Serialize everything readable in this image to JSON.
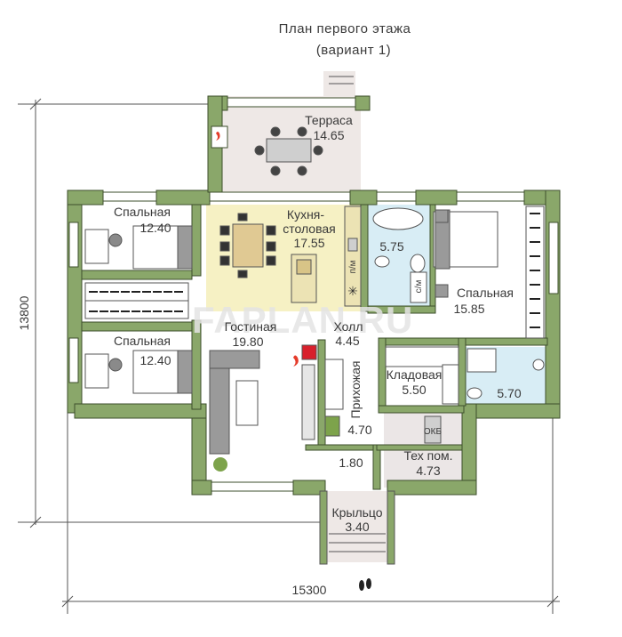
{
  "title": {
    "line1": "План первого этажа",
    "line2": "(вариант 1)"
  },
  "watermark": "FAPLAN.RU",
  "dimensions": {
    "width": "15300",
    "height": "13800"
  },
  "rooms": {
    "terrace": {
      "name": "Терраса",
      "area": "14.65"
    },
    "bedroom1": {
      "name": "Спальная",
      "area": "12.40"
    },
    "bedroom2": {
      "name": "Спальная",
      "area": "12.40"
    },
    "bedroom3": {
      "name": "Спальная",
      "area": "15.85"
    },
    "kitchen": {
      "name": "Кухня-",
      "name2": "столовая",
      "area": "17.55"
    },
    "bath1": {
      "area": "5.75"
    },
    "living": {
      "name": "Гостиная",
      "area": "19.80"
    },
    "hall": {
      "name": "Холл",
      "area": "4.45"
    },
    "hallway": {
      "name": "Прихожая",
      "area": "4.70"
    },
    "storage": {
      "name": "Кладовая",
      "area": "5.50"
    },
    "bath2": {
      "area": "5.70"
    },
    "vestibule": {
      "area": "1.80"
    },
    "tech": {
      "name": "Тех пом.",
      "area": "4.73"
    },
    "porch": {
      "name": "Крыльцо",
      "area": "3.40"
    }
  },
  "appliance_labels": {
    "dishwasher": "п/м",
    "washer": "с/м",
    "boiler": "ОКБ"
  },
  "colors": {
    "wall": "#8aa76a",
    "kitchen_fill": "#f6f1c4",
    "bath_fill": "#d8edf5",
    "terrace_fill": "#eee8e6",
    "tech_fill": "#ebe6e6",
    "floor": "#ffffff"
  }
}
